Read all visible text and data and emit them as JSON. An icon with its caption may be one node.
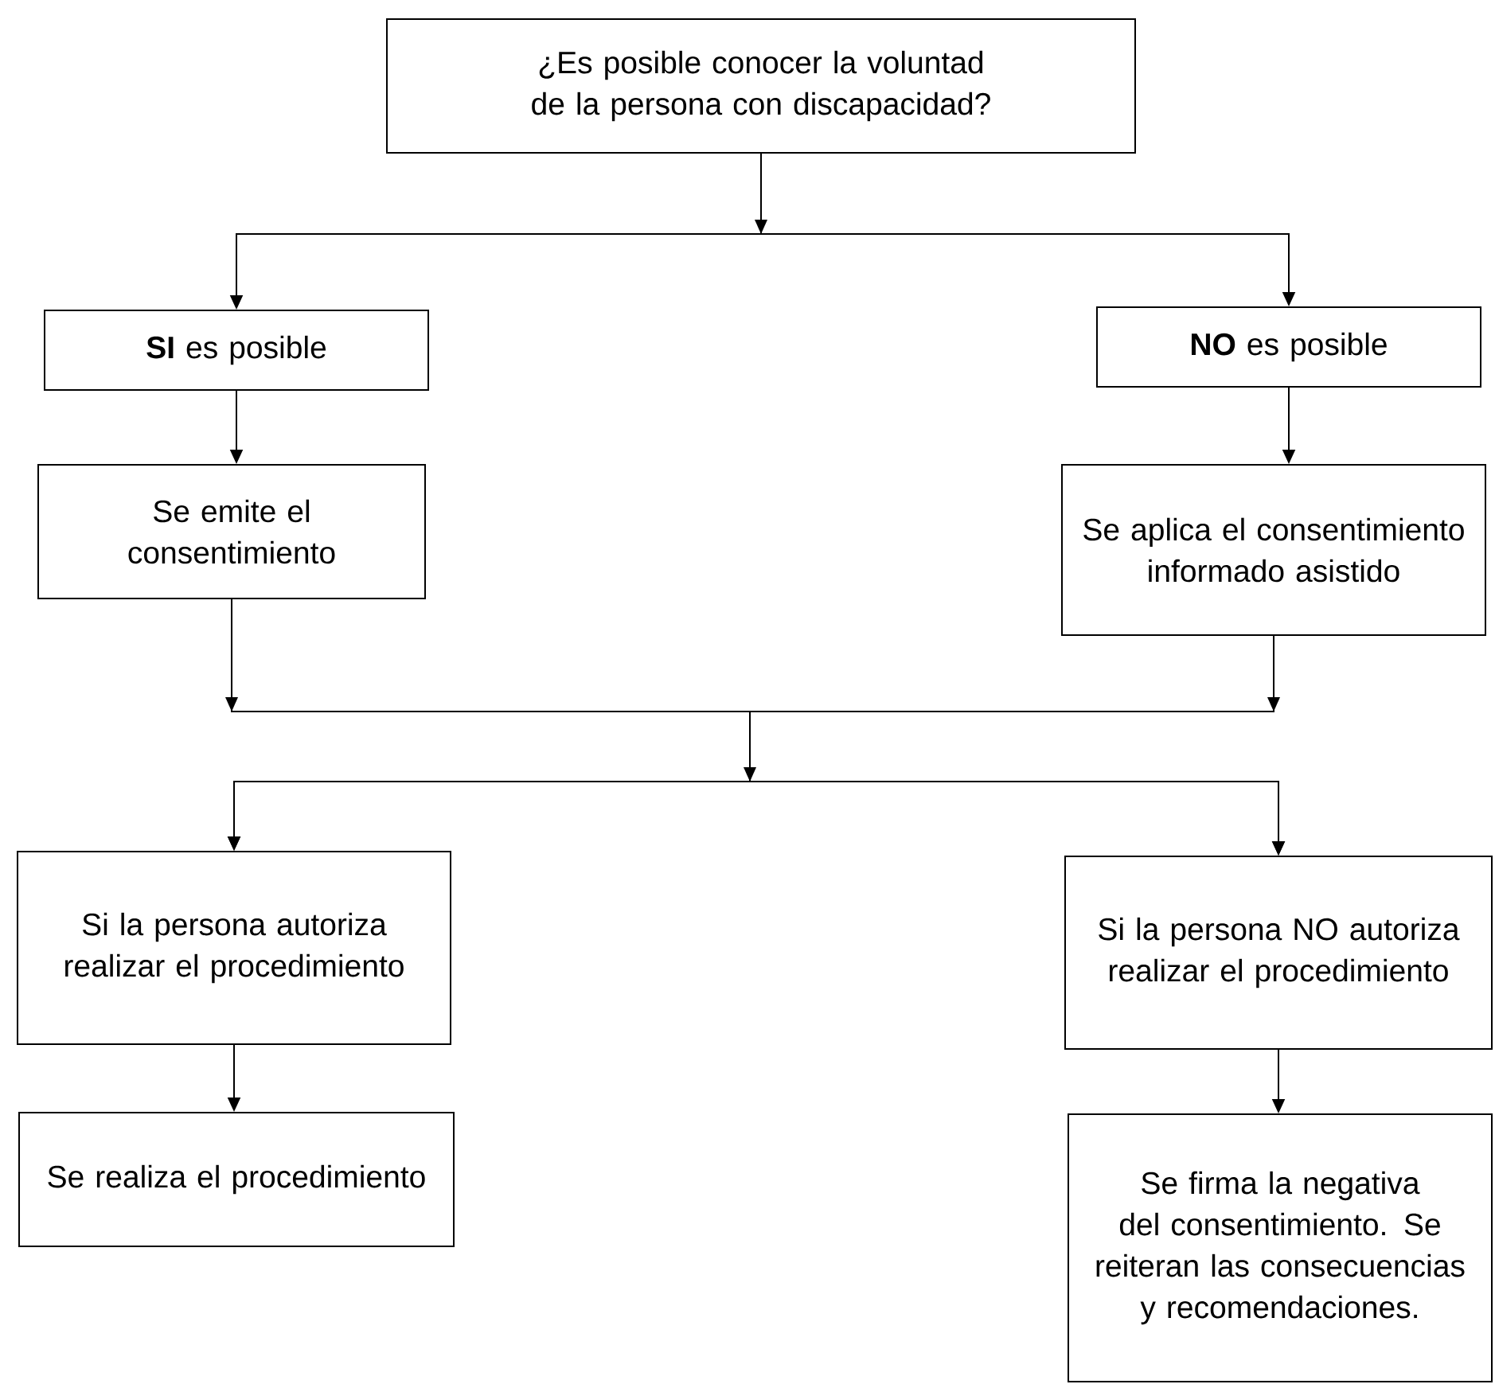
{
  "diagram": {
    "nodes": [
      {
        "text": [
          "¿Es posible conocer la voluntad de la persona con discapacidad?"
        ]
      },
      {
        "text": [
          "**SI** es posible"
        ]
      },
      {
        "text": [
          "**NO** es posible"
        ]
      },
      {
        "text": [
          "Se emite el consentimiento"
        ]
      },
      {
        "text": [
          "Se aplica el consentimiento informado asistido"
        ]
      },
      {
        "text": [
          "Si la persona autoriza realizar el procedimiento"
        ]
      },
      {
        "text": [
          "Si la persona NO autoriza realizar el procedimiento"
        ]
      },
      {
        "text": [
          "Se realiza el procedimiento"
        ]
      },
      {
        "text": [
          "Se firma la negativa del consentimiento. Se reiteran las consecuencias y recomendaciones."
        ]
      }
    ],
    "edges": [
      {
        "from": 0,
        "to": 1,
        "arrow": "to"
      },
      {
        "from": 0,
        "to": 2,
        "arrow": "to"
      },
      {
        "from": 1,
        "to": 3,
        "arrow": "to"
      },
      {
        "from": 2,
        "to": 4,
        "arrow": "to"
      },
      {
        "from": 3,
        "to": 5,
        "arrow": "to"
      },
      {
        "from": 3,
        "to": 6,
        "arrow": "to"
      },
      {
        "from": 4,
        "to": 5,
        "arrow": "to"
      },
      {
        "from": 4,
        "to": 6,
        "arrow": "to"
      },
      {
        "from": 5,
        "to": 7,
        "arrow": "to"
      },
      {
        "from": 6,
        "to": 8,
        "arrow": "to"
      }
    ]
  }
}
